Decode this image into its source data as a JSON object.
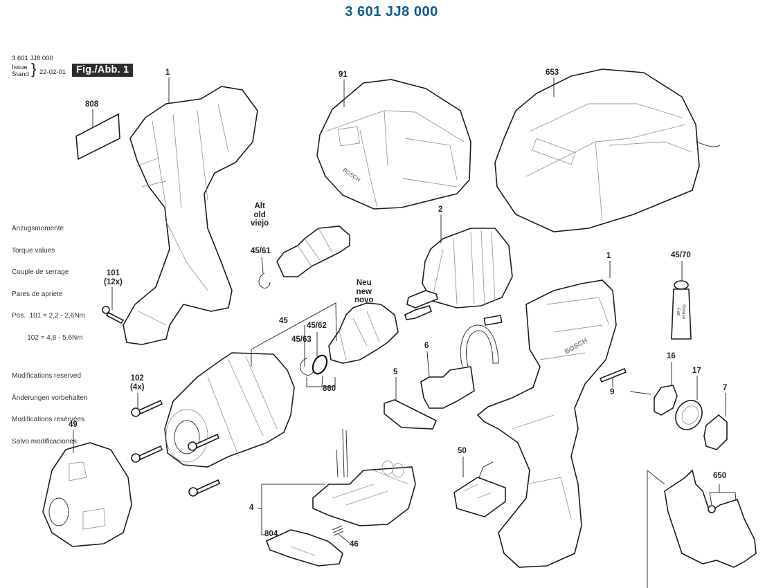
{
  "header": {
    "part_number_title": "3 601 JJ8 000",
    "part_number_small": "3 601 JJ8 000",
    "issue_label_1": "Issue",
    "issue_label_2": "Stand",
    "issue_date": "22-02-01",
    "figure_label": "Fig./Abb. 1"
  },
  "colors": {
    "title_blue": "#0b5a91",
    "badge_bg": "#2c2c2c",
    "line": "#333333"
  },
  "torque_block": {
    "lines": [
      "Anzugsmomente",
      "Torque values",
      "Couple de serrage",
      "Pares de apriete",
      "Pos.  101 = 2,2 - 2,6Nm",
      "        102 = 4,8 - 5,6Nm"
    ]
  },
  "modifications_block": {
    "lines": [
      "Modifications reserved",
      "Änderungen vorbehalten",
      "Modifications resérvées",
      "Salvo modificaciones"
    ]
  },
  "version_labels": {
    "old": "Alt\nold\nviejo",
    "new": "Neu\nnew\nnovo"
  },
  "callouts": [
    {
      "id": "c-1a",
      "label": "1",
      "part": "housing-half-left"
    },
    {
      "id": "c-808",
      "label": "808",
      "part": "label-plate"
    },
    {
      "id": "c-101",
      "label": "101\n(12x)",
      "part": "screw-101"
    },
    {
      "id": "c-91",
      "label": "91",
      "part": "battery-pack"
    },
    {
      "id": "c-653",
      "label": "653",
      "part": "charger"
    },
    {
      "id": "c-4561",
      "label": "45/61",
      "part": "retaining-ring-old"
    },
    {
      "id": "c-2",
      "label": "2",
      "part": "motor"
    },
    {
      "id": "c-1b",
      "label": "1",
      "part": "housing-half-right"
    },
    {
      "id": "c-4570",
      "label": "45/70",
      "part": "grease-tube"
    },
    {
      "id": "c-45",
      "label": "45",
      "part": "gear-assembly"
    },
    {
      "id": "c-4562",
      "label": "45/62",
      "part": "o-ring"
    },
    {
      "id": "c-4563",
      "label": "45/63",
      "part": "retaining-ring"
    },
    {
      "id": "c-860",
      "label": "860",
      "part": "spare-kit"
    },
    {
      "id": "c-102",
      "label": "102\n(4x)",
      "part": "screw-102"
    },
    {
      "id": "c-6",
      "label": "6",
      "part": "switch"
    },
    {
      "id": "c-5",
      "label": "5",
      "part": "direction-slider"
    },
    {
      "id": "c-9",
      "label": "9",
      "part": "nameplate"
    },
    {
      "id": "c-16",
      "label": "16",
      "part": "cover-16"
    },
    {
      "id": "c-17",
      "label": "17",
      "part": "ring-17"
    },
    {
      "id": "c-7",
      "label": "7",
      "part": "cap-7"
    },
    {
      "id": "c-49",
      "label": "49",
      "part": "front-cap"
    },
    {
      "id": "c-50",
      "label": "50",
      "part": "display-module"
    },
    {
      "id": "c-650",
      "label": "650",
      "part": "belt-clip"
    },
    {
      "id": "c-4",
      "label": "4",
      "part": "electronics-module"
    },
    {
      "id": "c-804",
      "label": "804",
      "part": "cover-plate"
    },
    {
      "id": "c-46",
      "label": "46",
      "part": "spring"
    }
  ],
  "grease_tube_text": {
    "line1": "Grease",
    "line2": "Fett"
  },
  "brand_text": "BOSCH"
}
